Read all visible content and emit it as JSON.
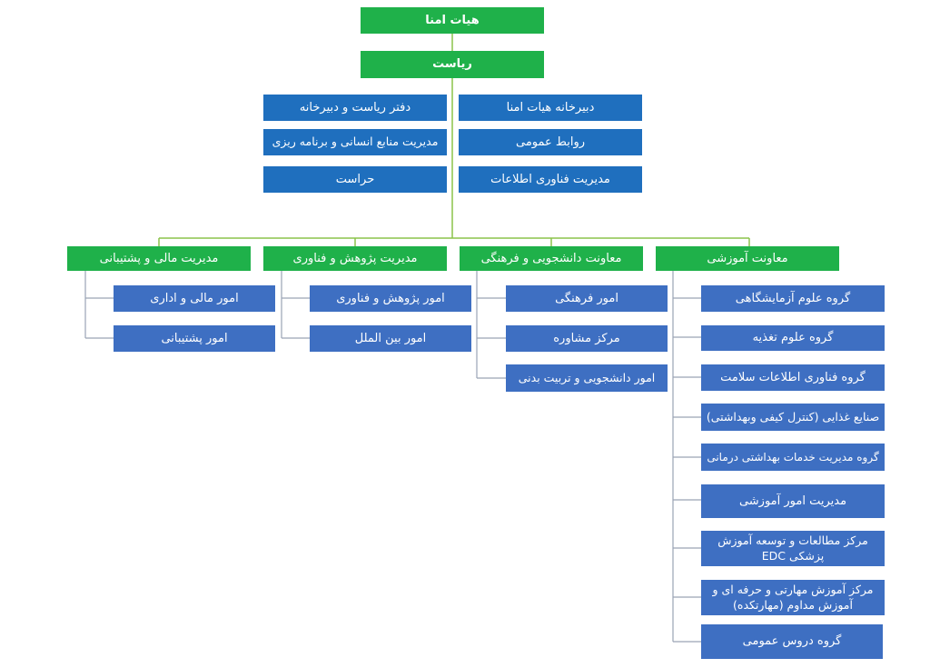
{
  "top": {
    "board": "هیات امنا",
    "presidency": "ریاست"
  },
  "staff": {
    "right": [
      "دبیرخانه هیات امنا",
      "روابط عمومی",
      "مدیریت فناوری اطلاعات"
    ],
    "left": [
      "دفتر ریاست و دبیرخانه",
      "مدیریت منابع انسانی و برنامه ریزی",
      "حراست"
    ]
  },
  "branches": [
    {
      "title": "معاونت آموزشی",
      "items": [
        "گروه علوم آزمایشگاهی",
        "گروه علوم تغذیه",
        "گروه فناوری اطلاعات سلامت",
        "صنایع غذایی (کنترل کیفی وبهداشتی)",
        "گروه مدیریت خدمات بهداشتی درمانی",
        "مدیریت امور آموزشی",
        "مرکز مطالعات و توسعه آموزش پزشکی EDC",
        "مرکز آموزش مهارتی و حرفه ای و آموزش مداوم (مهارتکده)",
        "گروه دروس عمومی"
      ]
    },
    {
      "title": "معاونت دانشجویی و فرهنگی",
      "items": [
        "امور فرهنگی",
        "مرکز مشاوره",
        "امور دانشجویی و تربیت بدنی"
      ]
    },
    {
      "title": "مدیریت پژوهش و فناوری",
      "items": [
        "امور پژوهش و فناوری",
        "امور بین الملل"
      ]
    },
    {
      "title": "مدیریت مالی و پشتیبانی",
      "items": [
        "امور مالی و اداری",
        "امور پشتیبانی"
      ]
    }
  ]
}
